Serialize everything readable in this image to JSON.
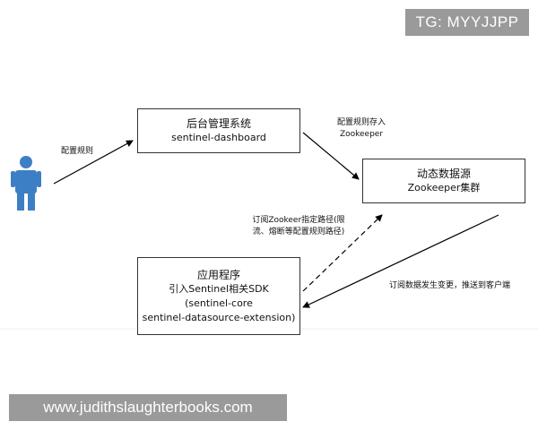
{
  "watermark_top": "TG: MYYJJPP",
  "watermark_bottom": "www.judithslaughterbooks.com",
  "nodes": {
    "dashboard": {
      "title": "后台管理系统",
      "subtitle": "sentinel-dashboard"
    },
    "datasource": {
      "title": "动态数据源",
      "subtitle": "Zookeeper集群"
    },
    "application": {
      "title": "应用程序",
      "line2": "引入Sentinel相关SDK",
      "line3": "(sentinel-core",
      "line4": "sentinel-datasource-extension)"
    }
  },
  "edges": {
    "user_to_dashboard": "配置规则",
    "dashboard_to_zk_line1": "配置规则存入",
    "dashboard_to_zk_line2": "Zookeeper",
    "app_to_zk_line1": "订阅Zookeer指定路径(限",
    "app_to_zk_line2": "流、熔断等配置规则路径)",
    "zk_to_app": "订阅数据发生变更，推送到客户端"
  },
  "colors": {
    "user_icon": "#3d7fc4",
    "box_border": "#333333",
    "arrow": "#000000",
    "watermark_bg": "#9a9a9a"
  }
}
